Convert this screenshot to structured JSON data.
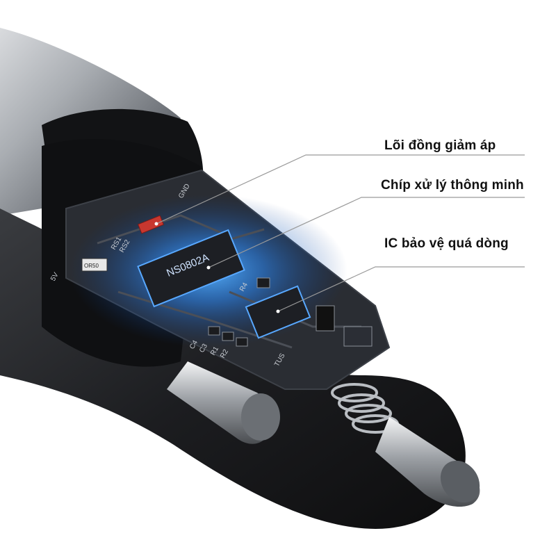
{
  "callouts": [
    {
      "label": "Lõi đồng giảm áp"
    },
    {
      "label": "Chíp xử lý thông minh"
    },
    {
      "label": "IC bảo vệ quá dòng"
    }
  ],
  "pcb": {
    "chip_marking": "NS0802A",
    "silkscreen": {
      "gnd": "GND",
      "v5": "5V",
      "rs1": "RS1",
      "rs2": "RS2",
      "r4": "R4",
      "r2": "R2",
      "r1": "R1",
      "c3": "C3",
      "c4": "C4",
      "tus": "TUS",
      "res_code": "OR50"
    }
  },
  "colors": {
    "background": "#ffffff",
    "label_text": "#111111",
    "leader_line": "#9a9a9a",
    "pcb": "#2a2d33",
    "glow": "#2b8cff",
    "housing": "#1a1a1a"
  }
}
